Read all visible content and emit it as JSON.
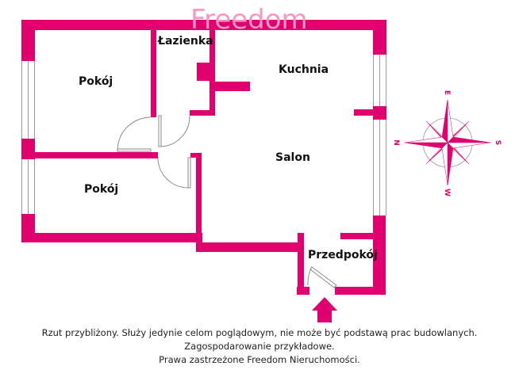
{
  "watermark": "Freedom",
  "rooms": [
    {
      "id": "pokoj-1",
      "label": "Pokój"
    },
    {
      "id": "lazienka",
      "label": "Łazienka"
    },
    {
      "id": "kuchnia",
      "label": "Kuchnia"
    },
    {
      "id": "salon",
      "label": "Salon"
    },
    {
      "id": "pokoj-2",
      "label": "Pokój"
    },
    {
      "id": "przedpokoj",
      "label": "Przedpokój"
    }
  ],
  "compass": {
    "north": "N",
    "east": "E",
    "south": "S",
    "west": "W"
  },
  "colors": {
    "wall": "#e0006e",
    "window_line": "#9a9a9a",
    "watermark": "#f59ac6"
  },
  "footer": {
    "line1": "Rzut przybliżony. Służy jedynie celom poglądowym, nie może być podstawą prac budowlanych.",
    "line2": "Zagospodarowanie przykładowe.",
    "line3": "Prawa zastrzeżone Freedom Nieruchomości."
  }
}
